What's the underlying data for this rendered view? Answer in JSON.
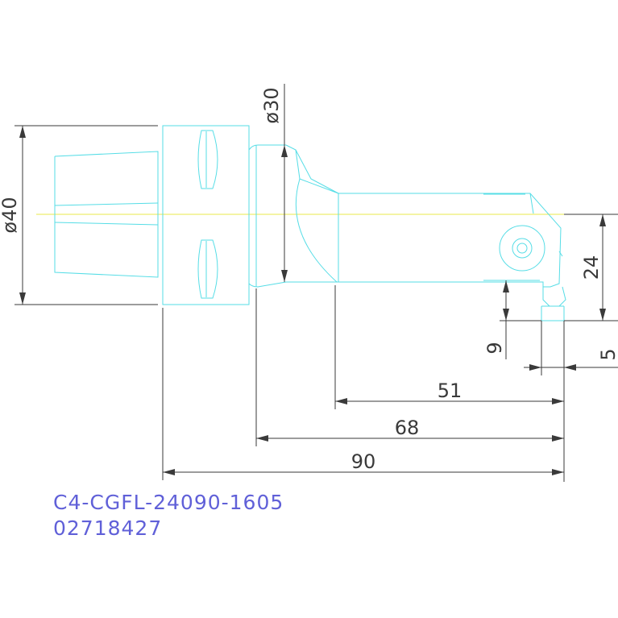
{
  "part": {
    "code": "C4-CGFL-24090-1605",
    "number": "02718427"
  },
  "dimensions": {
    "dia40": "ø40",
    "dia30": "ø30",
    "d24": "24",
    "d9": "9",
    "d5": "5",
    "d51": "51",
    "d68": "68",
    "d90": "90"
  },
  "colors": {
    "outline": "#56dde6",
    "dimension": "#3a3a3a",
    "centerline": "#e8e84a",
    "text": "#6060d8"
  }
}
